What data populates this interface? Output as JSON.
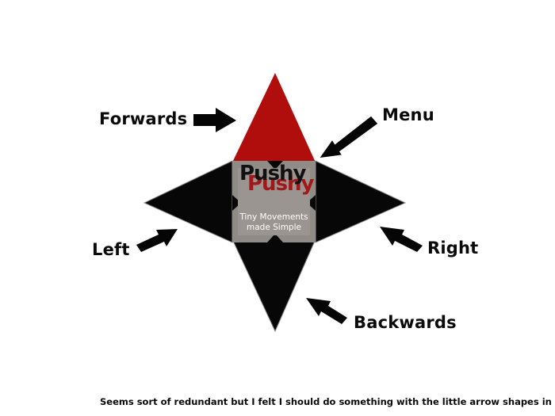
{
  "controller": {
    "logo_text": "Pushy",
    "tagline_line1": "Tiny Movements",
    "tagline_line2": "made Simple"
  },
  "labels": {
    "forwards": "Forwards",
    "menu": "Menu",
    "left": "Left",
    "right": "Right",
    "backwards": "Backwards"
  },
  "footer_note": "Seems sort of redundant but I felt I should do something with the little arrow  shapes in PS....",
  "colors": {
    "forward_button": "#b00d0d",
    "direction_buttons": "#070707",
    "menu_panel": "#8f8b86",
    "arrows": "#050505"
  }
}
